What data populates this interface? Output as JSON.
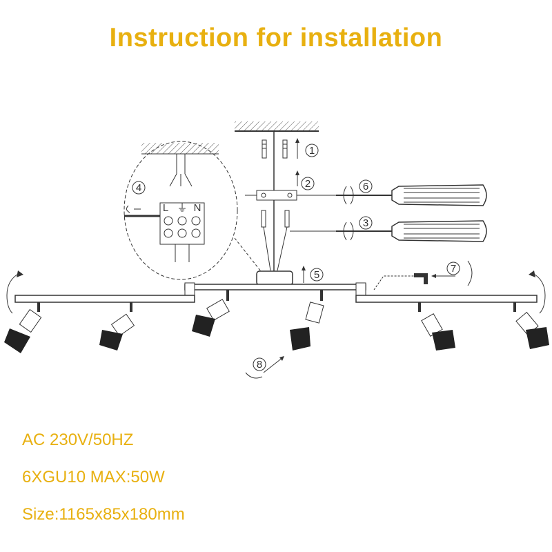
{
  "title": "Instruction for installation",
  "colors": {
    "accent": "#e8b010",
    "line": "#333333"
  },
  "steps": [
    "1",
    "2",
    "3",
    "4",
    "5",
    "6",
    "7",
    "8"
  ],
  "terminal_labels": {
    "live": "L",
    "earth": "⏚",
    "neutral": "N"
  },
  "specs": {
    "power": "AC 230V/50HZ",
    "bulbs": "6XGU10 MAX:50W",
    "size": "Size:1165x85x180mm"
  }
}
